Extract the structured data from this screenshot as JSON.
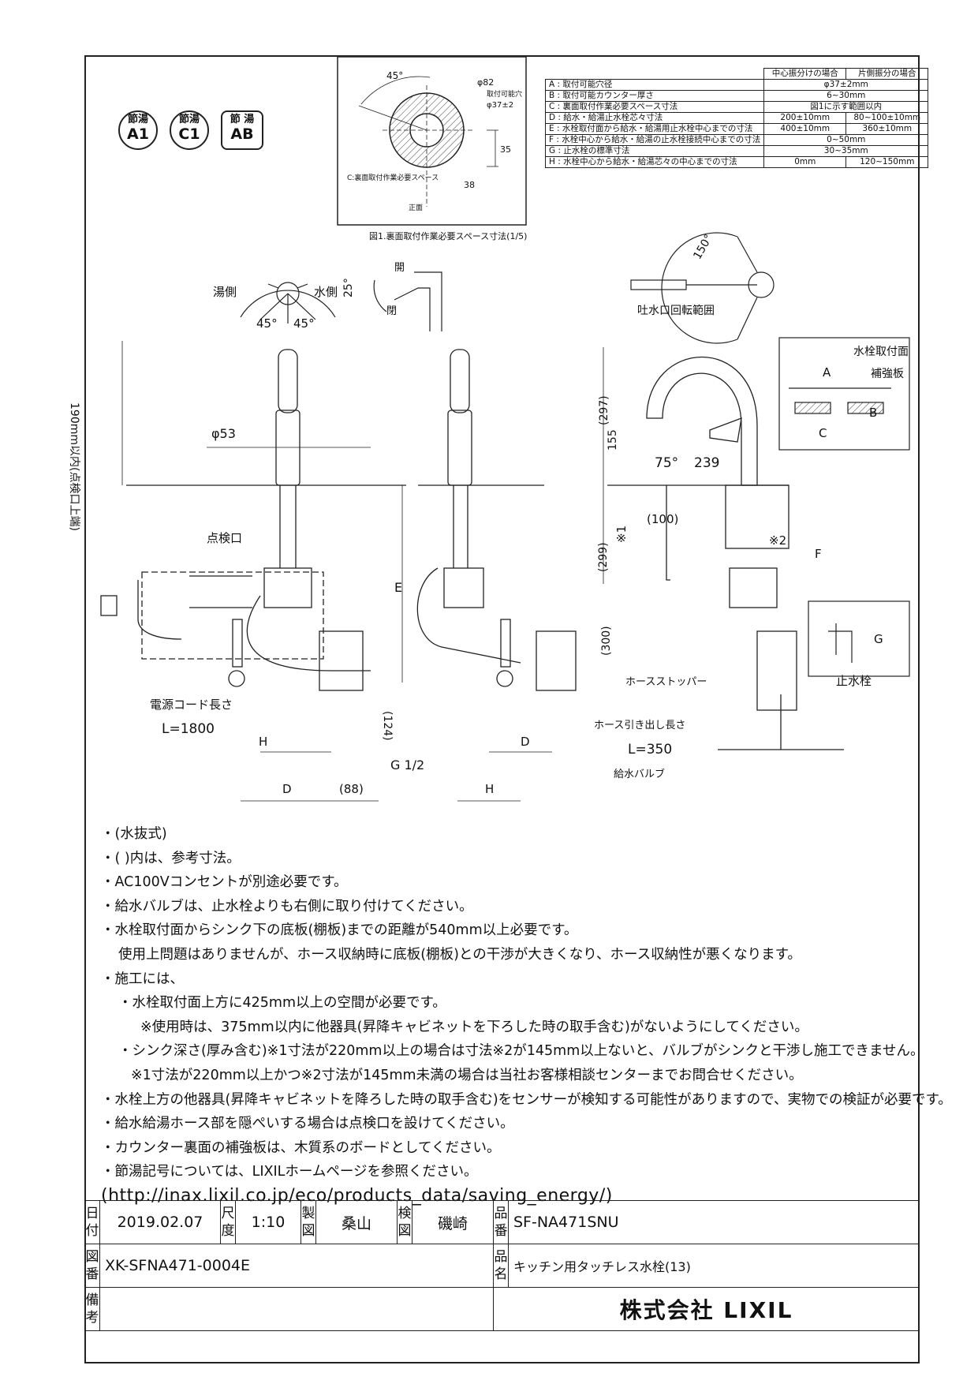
{
  "badges": [
    {
      "top": "節湯",
      "bottom": "A1"
    },
    {
      "top": "節湯",
      "bottom": "C1"
    },
    {
      "top": "節 湯",
      "bottom": "AB"
    }
  ],
  "spec_table": {
    "headers": [
      "中心振分けの場合",
      "片側振分の場合"
    ],
    "rows": [
      {
        "label": "A : 取付可能穴径",
        "value": "φ37±2mm",
        "value2": ""
      },
      {
        "label": "B : 取付可能カウンター厚さ",
        "value": "6~30mm",
        "value2": ""
      },
      {
        "label": "C : 裏面取付作業必要スペース寸法",
        "value": "図1に示す範囲以内",
        "value2": ""
      },
      {
        "label": "D : 給水・給湯止水栓芯々寸法",
        "value": "200±10mm",
        "value2": "80~100±10mm"
      },
      {
        "label": "E : 水栓取付面から給水・給湯用止水栓中心までの寸法",
        "value": "400±10mm",
        "value2": "360±10mm"
      },
      {
        "label": "F : 水栓中心から給水・給湯の止水栓接続中心までの寸法",
        "value": "0~50mm",
        "value2": ""
      },
      {
        "label": "G : 止水栓の標準寸法",
        "value": "30~35mm",
        "value2": ""
      },
      {
        "label": "H : 水栓中心から給水・給湯芯々の中心までの寸法",
        "value": "0mm",
        "value2": "120~150mm"
      }
    ]
  },
  "fig1": {
    "caption": "図1.裏面取付作業必要スペース寸法(1/5)",
    "angle": "45°",
    "d1": "φ82",
    "d2_label": "取付可能穴",
    "d2": "φ37±2",
    "dim35": "35",
    "dim38": "38",
    "space": "C:裏面取付作業必要スペース",
    "front": "正面"
  },
  "diagram_labels": {
    "hot_side": "湯側",
    "cold_side": "水側",
    "left_angle": "45°",
    "right_angle": "45°",
    "tilt": "25°",
    "open": "開",
    "close": "閉",
    "rotation": "150°",
    "spout_range": "吐水口回転範囲",
    "height_note": "190mm以内(点検口上端)",
    "dia53": "φ53",
    "inspection": "点検口",
    "E": "E",
    "dim124": "(124)",
    "power_cord": "電源コード長さ",
    "L1800": "L=1800",
    "H1": "H",
    "D1": "D",
    "dim88": "(88)",
    "G12": "G 1/2",
    "D2": "D",
    "H2": "H",
    "dim297": "(297)",
    "dim155": "155",
    "dim75": "75°",
    "dim239": "239",
    "dim100": "(100)",
    "dim299": "(299)",
    "star1": "※1",
    "star2": "※2",
    "F": "F",
    "dim300": "(300)",
    "hose_stopper": "ホースストッパー",
    "hose_length": "ホース引き出し長さ",
    "L350": "L=350",
    "supply_valve": "給水バルブ",
    "stop_valve": "止水栓",
    "mount_face": "水栓取付面",
    "reinforce": "補強板",
    "A": "A",
    "B": "B",
    "C": "C",
    "G": "G"
  },
  "notes": [
    {
      "cls": "",
      "text": "・(水抜式)"
    },
    {
      "cls": "",
      "text": "・( )内は、参考寸法。"
    },
    {
      "cls": "",
      "text": "・AC100Vコンセントが別途必要です。"
    },
    {
      "cls": "",
      "text": "・給水バルブは、止水栓よりも右側に取り付けてください。"
    },
    {
      "cls": "",
      "text": "・水栓取付面からシンク下の底板(棚板)までの距離が540mm以上必要です。"
    },
    {
      "cls": "ind1",
      "text": "使用上問題はありませんが、ホース収納時に底板(棚板)との干渉が大きくなり、ホース収納性が悪くなります。"
    },
    {
      "cls": "",
      "text": "・施工には、"
    },
    {
      "cls": "ind1",
      "text": "・水栓取付面上方に425mm以上の空間が必要です。"
    },
    {
      "cls": "ind3",
      "text": "※使用時は、375mm以内に他器具(昇降キャビネットを下ろした時の取手含む)がないようにしてください。"
    },
    {
      "cls": "ind1",
      "text": "・シンク深さ(厚み含む)※1寸法が220mm以上の場合は寸法※2が145mm以上ないと、バルブがシンクと干渉し施工できません。"
    },
    {
      "cls": "ind2",
      "text": "※1寸法が220mm以上かつ※2寸法が145mm未満の場合は当社お客様相談センターまでお問合せください。"
    },
    {
      "cls": "",
      "text": "・水栓上方の他器具(昇降キャビネットを降ろした時の取手含む)をセンサーが検知する可能性がありますので、実物での検証が必要です。"
    },
    {
      "cls": "",
      "text": "・給水給湯ホース部を隠ぺいする場合は点検口を設けてください。"
    },
    {
      "cls": "",
      "text": "・カウンター裏面の補強板は、木質系のボードとしてください。"
    },
    {
      "cls": "",
      "text": "・節湯記号については、LIXILホームページを参照ください。"
    },
    {
      "cls": "url",
      "text": "(http://inax.lixil.co.jp/eco/products_data/saving_energy/)"
    }
  ],
  "title_block": {
    "date_label": "日付",
    "date": "2019.02.07",
    "scale_label": "尺度",
    "scale": "1:10",
    "drawn_label": "製図",
    "drawn": "桑山",
    "checked_label": "検図",
    "checked": "磯崎",
    "part_no_label": "品番",
    "part_no": "SF-NA471SNU",
    "drawing_no_label": "図番",
    "drawing_no": "XK-SFNA471-0004E",
    "name_label": "品名",
    "name": "キッチン用タッチレス水栓(13)",
    "remarks_label": "備考",
    "company": "株式会社 LIXIL"
  }
}
